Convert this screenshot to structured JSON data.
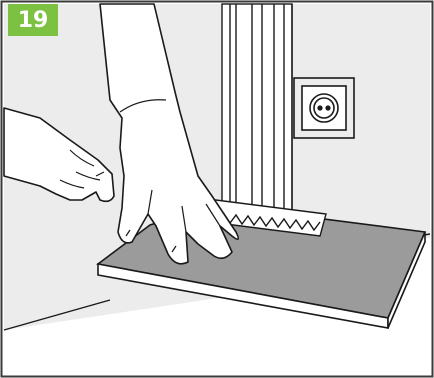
{
  "step": {
    "number": "19",
    "badge_color": "#7dc143"
  },
  "colors": {
    "frame": "#3a3a3a",
    "wall": "#ededed",
    "board_top": "#9b9b9b",
    "board_edge": "#ffffff",
    "line": "#1a1a1a",
    "hand_fill": "#ffffff"
  },
  "elements": {
    "wall": "wall",
    "door_frame": "door-frame",
    "power_socket": "power-socket-icon",
    "floor_board": "floor-board",
    "trowel": "notched-trowel",
    "left_hand": "left-hand",
    "right_hand": "right-hand"
  }
}
